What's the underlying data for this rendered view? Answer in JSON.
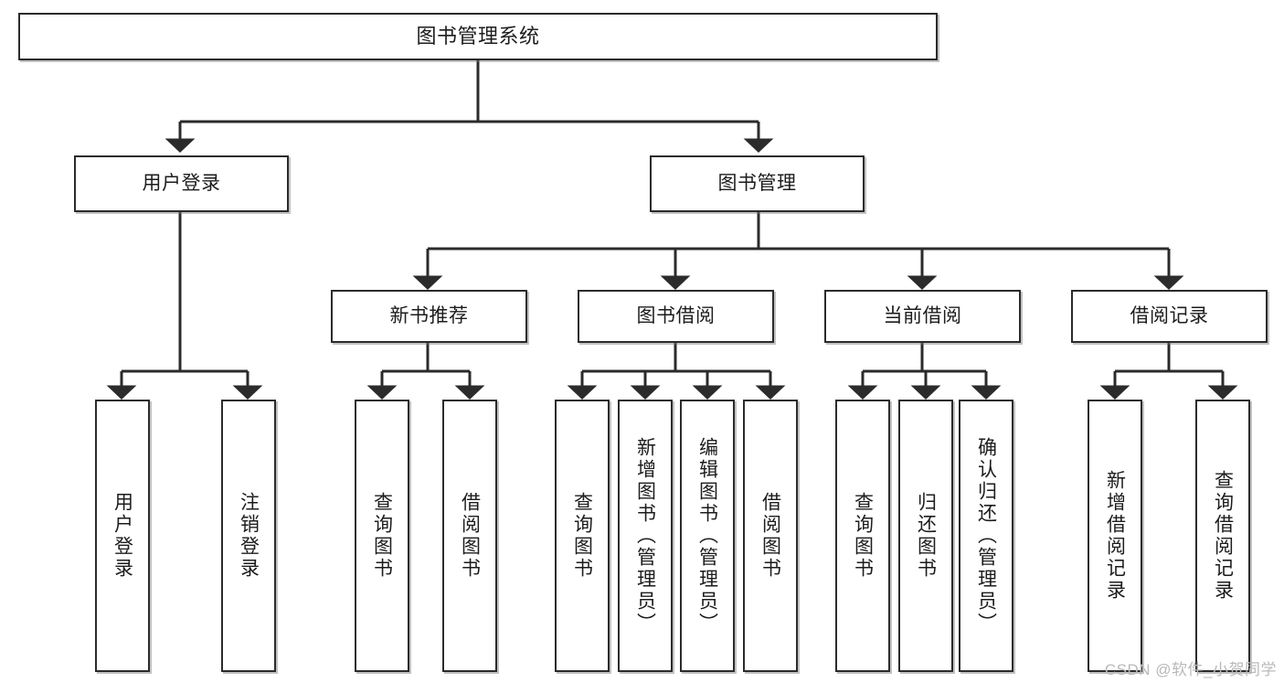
{
  "diagram": {
    "title": "图书管理系统",
    "type": "hierarchy-tree",
    "watermark": "CSDN @软件_小贺同学",
    "colors": {
      "stroke": "#2b2b2b",
      "fill": "#ffffff",
      "text": "#1c1c1c",
      "watermark": "#b9b9b9"
    },
    "nodes": {
      "root": {
        "label": "图书管理系统",
        "level": 1,
        "orientation": "horizontal"
      },
      "l2": [
        {
          "id": "user-login",
          "label": "用户登录",
          "level": 2,
          "orientation": "horizontal"
        },
        {
          "id": "book-manage",
          "label": "图书管理",
          "level": 2,
          "orientation": "horizontal"
        }
      ],
      "l3": [
        {
          "id": "new-book-recommend",
          "label": "新书推荐",
          "level": 3,
          "orientation": "horizontal"
        },
        {
          "id": "book-borrow",
          "label": "图书借阅",
          "level": 3,
          "orientation": "horizontal"
        },
        {
          "id": "current-borrow",
          "label": "当前借阅",
          "level": 3,
          "orientation": "horizontal"
        },
        {
          "id": "borrow-record",
          "label": "借阅记录",
          "level": 3,
          "orientation": "horizontal"
        }
      ],
      "leaves": [
        {
          "id": "leaf-user-login",
          "label": "用户登录",
          "parent": "user-login",
          "orientation": "vertical"
        },
        {
          "id": "leaf-logout",
          "label": "注销登录",
          "parent": "user-login",
          "orientation": "vertical"
        },
        {
          "id": "leaf-query-book-1",
          "label": "查询图书",
          "parent": "new-book-recommend",
          "orientation": "vertical"
        },
        {
          "id": "leaf-borrow-book-1",
          "label": "借阅图书",
          "parent": "new-book-recommend",
          "orientation": "vertical"
        },
        {
          "id": "leaf-query-book-2",
          "label": "查询图书",
          "parent": "book-borrow",
          "orientation": "vertical"
        },
        {
          "id": "leaf-add-book",
          "label": "新增图书（管理员）",
          "parent": "book-borrow",
          "orientation": "vertical"
        },
        {
          "id": "leaf-edit-book",
          "label": "编辑图书（管理员）",
          "parent": "book-borrow",
          "orientation": "vertical"
        },
        {
          "id": "leaf-borrow-book-2",
          "label": "借阅图书",
          "parent": "book-borrow",
          "orientation": "vertical"
        },
        {
          "id": "leaf-query-book-3",
          "label": "查询图书",
          "parent": "current-borrow",
          "orientation": "vertical"
        },
        {
          "id": "leaf-return-book",
          "label": "归还图书",
          "parent": "current-borrow",
          "orientation": "vertical"
        },
        {
          "id": "leaf-confirm-return",
          "label": "确认归还（管理员）",
          "parent": "current-borrow",
          "orientation": "vertical"
        },
        {
          "id": "leaf-add-record",
          "label": "新增借阅记录",
          "parent": "borrow-record",
          "orientation": "vertical"
        },
        {
          "id": "leaf-query-record",
          "label": "查询借阅记录",
          "parent": "borrow-record",
          "orientation": "vertical"
        }
      ]
    },
    "edges": [
      {
        "from": "root",
        "to": "user-login"
      },
      {
        "from": "root",
        "to": "book-manage"
      },
      {
        "from": "user-login",
        "to": "leaf-user-login"
      },
      {
        "from": "user-login",
        "to": "leaf-logout"
      },
      {
        "from": "book-manage",
        "to": "new-book-recommend"
      },
      {
        "from": "book-manage",
        "to": "book-borrow"
      },
      {
        "from": "book-manage",
        "to": "current-borrow"
      },
      {
        "from": "book-manage",
        "to": "borrow-record"
      },
      {
        "from": "new-book-recommend",
        "to": "leaf-query-book-1"
      },
      {
        "from": "new-book-recommend",
        "to": "leaf-borrow-book-1"
      },
      {
        "from": "book-borrow",
        "to": "leaf-query-book-2"
      },
      {
        "from": "book-borrow",
        "to": "leaf-add-book"
      },
      {
        "from": "book-borrow",
        "to": "leaf-edit-book"
      },
      {
        "from": "book-borrow",
        "to": "leaf-borrow-book-2"
      },
      {
        "from": "current-borrow",
        "to": "leaf-query-book-3"
      },
      {
        "from": "current-borrow",
        "to": "leaf-return-book"
      },
      {
        "from": "current-borrow",
        "to": "leaf-confirm-return"
      },
      {
        "from": "borrow-record",
        "to": "leaf-add-record"
      },
      {
        "from": "borrow-record",
        "to": "leaf-query-record"
      }
    ]
  }
}
